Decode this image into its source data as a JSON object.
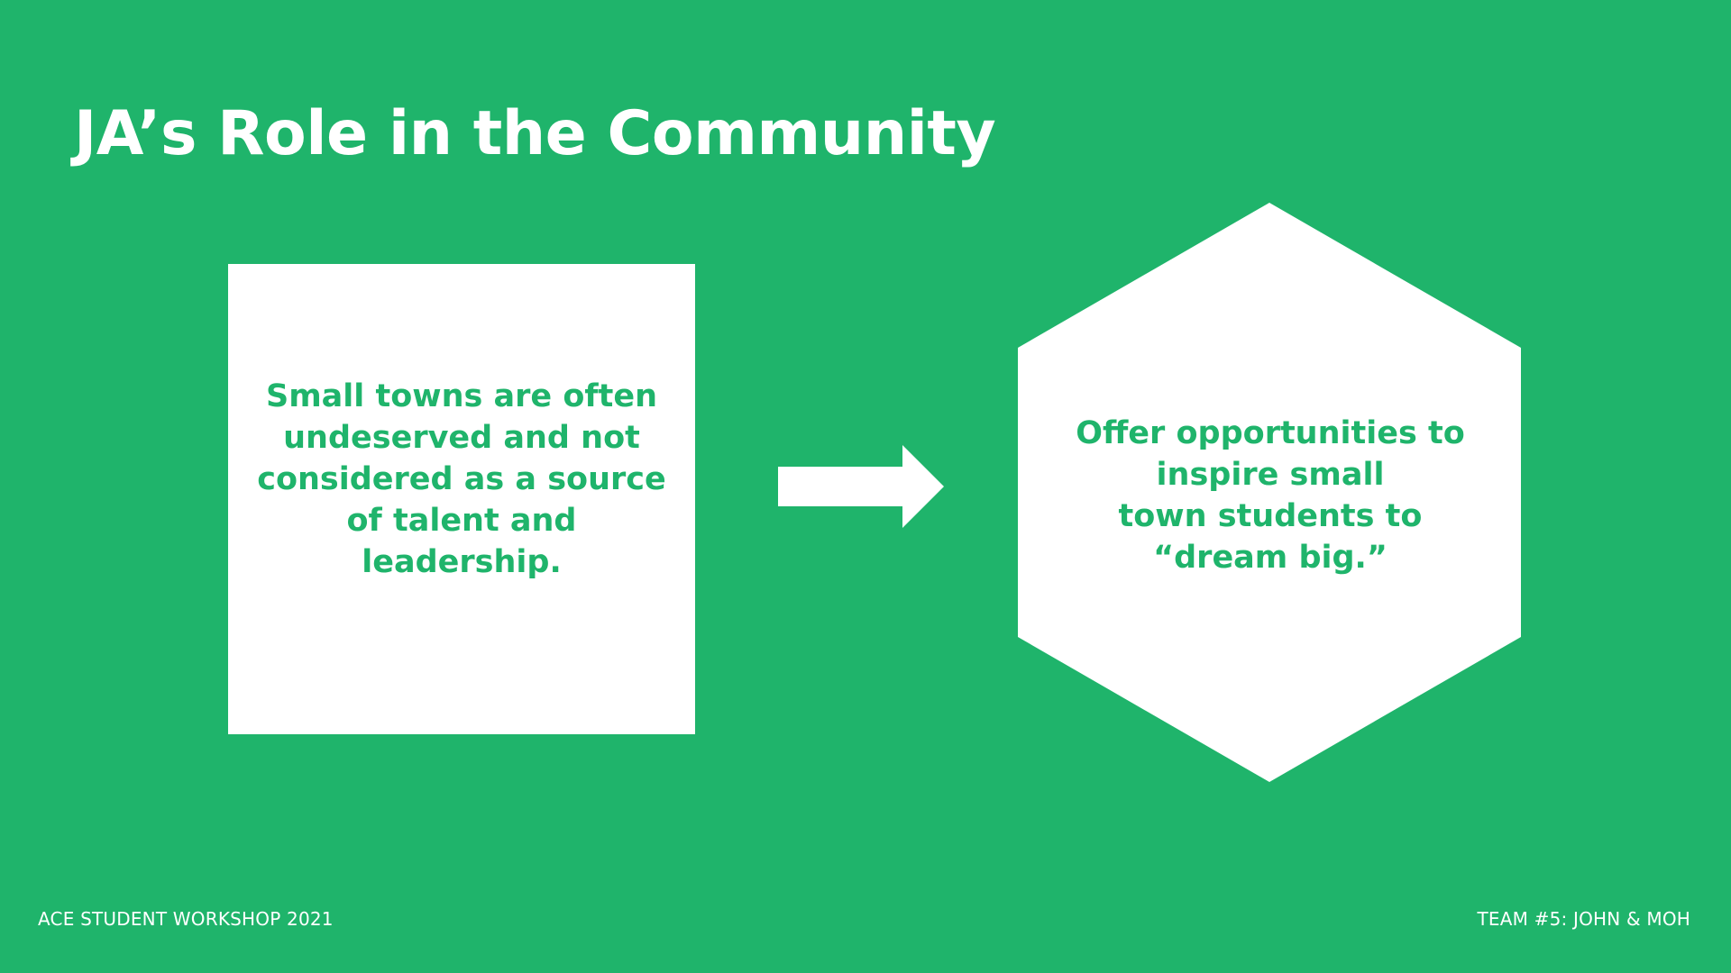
{
  "slide": {
    "title": "JA’s Role in the Community",
    "left_box": {
      "text": "Small towns are often undeserved and not considered as a source of talent and leadership."
    },
    "arrow": {
      "icon": "right-arrow-icon"
    },
    "hexagon": {
      "text": "Offer opportunities to\ninspire small\ntown students to\n“dream big.”"
    },
    "footer": {
      "left": "ACE STUDENT WORKSHOP 2021",
      "right": "TEAM #5: JOHN & MOH"
    },
    "colors": {
      "background": "#1fb46b",
      "shape_fill": "#ffffff",
      "accent_text": "#1fb46b",
      "footer_text": "#ffffff"
    }
  }
}
